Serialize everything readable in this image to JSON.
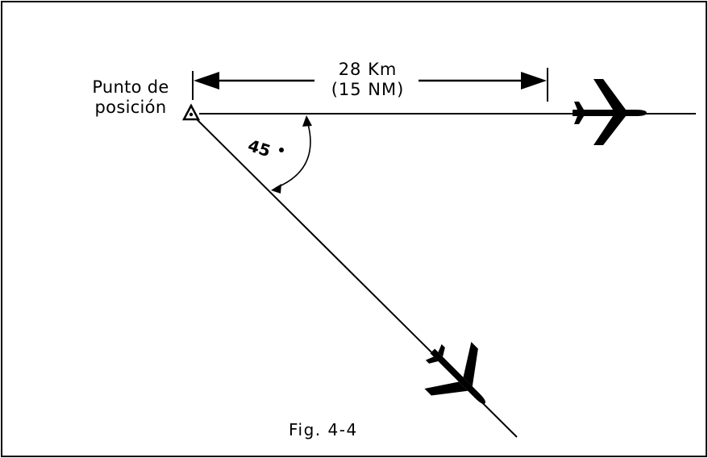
{
  "fix": {
    "label_line1": "Punto de",
    "label_line2": "posición"
  },
  "distance": {
    "km": "28 Km",
    "nm": "(15 NM)"
  },
  "angle": {
    "label": "45"
  },
  "caption": "Fig. 4-4",
  "colors": {
    "ink": "#000000",
    "background": "#ffffff"
  },
  "icons": {
    "position_fix": "triangle-fix-icon",
    "aircraft": "airplane-icon"
  }
}
